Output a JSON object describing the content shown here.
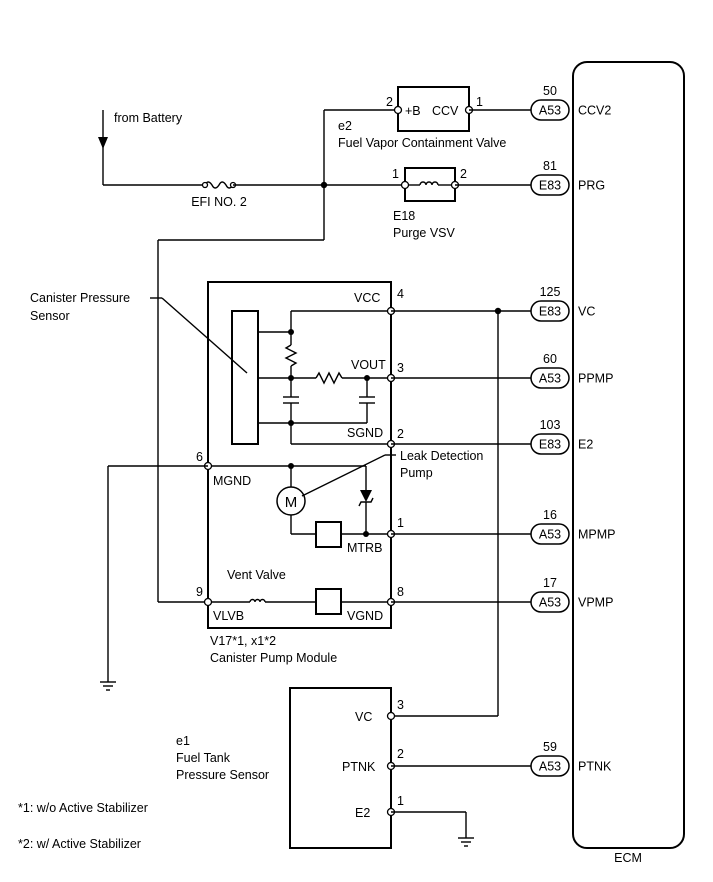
{
  "supply": {
    "from_battery": "from Battery",
    "fuse": "EFI NO. 2"
  },
  "ccv": {
    "code": "e2",
    "name": "Fuel Vapor Containment Valve",
    "pin_plus_b": "+B",
    "pin_ccv": "CCV",
    "pin2": "2",
    "pin1": "1"
  },
  "vsv": {
    "code": "E18",
    "name": "Purge VSV",
    "pin1": "1",
    "pin2": "2"
  },
  "pump_module": {
    "code": "V17*1, x1*2",
    "name": "Canister Pump Module",
    "canister_sensor_label": "Canister Pressure\nSensor",
    "leak_pump_label": "Leak Detection\nPump",
    "vent_valve_label": "Vent Valve",
    "motor_symbol": "M",
    "pins": {
      "vcc": "VCC",
      "vout": "VOUT",
      "sgnd": "SGND",
      "mgnd": "MGND",
      "mtrb": "MTRB",
      "vlvb": "VLVB",
      "vgnd": "VGND",
      "n4": "4",
      "n3": "3",
      "n2": "2",
      "n6": "6",
      "n1": "1",
      "n9": "9",
      "n8": "8"
    }
  },
  "fuel_tank_sensor": {
    "code": "e1",
    "name": "Fuel Tank\nPressure Sensor",
    "pins": {
      "vc": "VC",
      "ptnk": "PTNK",
      "e2": "E2",
      "n3": "3",
      "n2": "2",
      "n1": "1"
    }
  },
  "ecm": {
    "label": "ECM",
    "connections": [
      {
        "pin": "50",
        "connector": "A53",
        "signal": "CCV2"
      },
      {
        "pin": "81",
        "connector": "E83",
        "signal": "PRG"
      },
      {
        "pin": "125",
        "connector": "E83",
        "signal": "VC"
      },
      {
        "pin": "60",
        "connector": "A53",
        "signal": "PPMP"
      },
      {
        "pin": "103",
        "connector": "E83",
        "signal": "E2"
      },
      {
        "pin": "16",
        "connector": "A53",
        "signal": "MPMP"
      },
      {
        "pin": "17",
        "connector": "A53",
        "signal": "VPMP"
      },
      {
        "pin": "59",
        "connector": "A53",
        "signal": "PTNK"
      }
    ]
  },
  "notes": [
    "*1: w/o Active Stabilizer",
    "*2: w/ Active Stabilizer"
  ]
}
